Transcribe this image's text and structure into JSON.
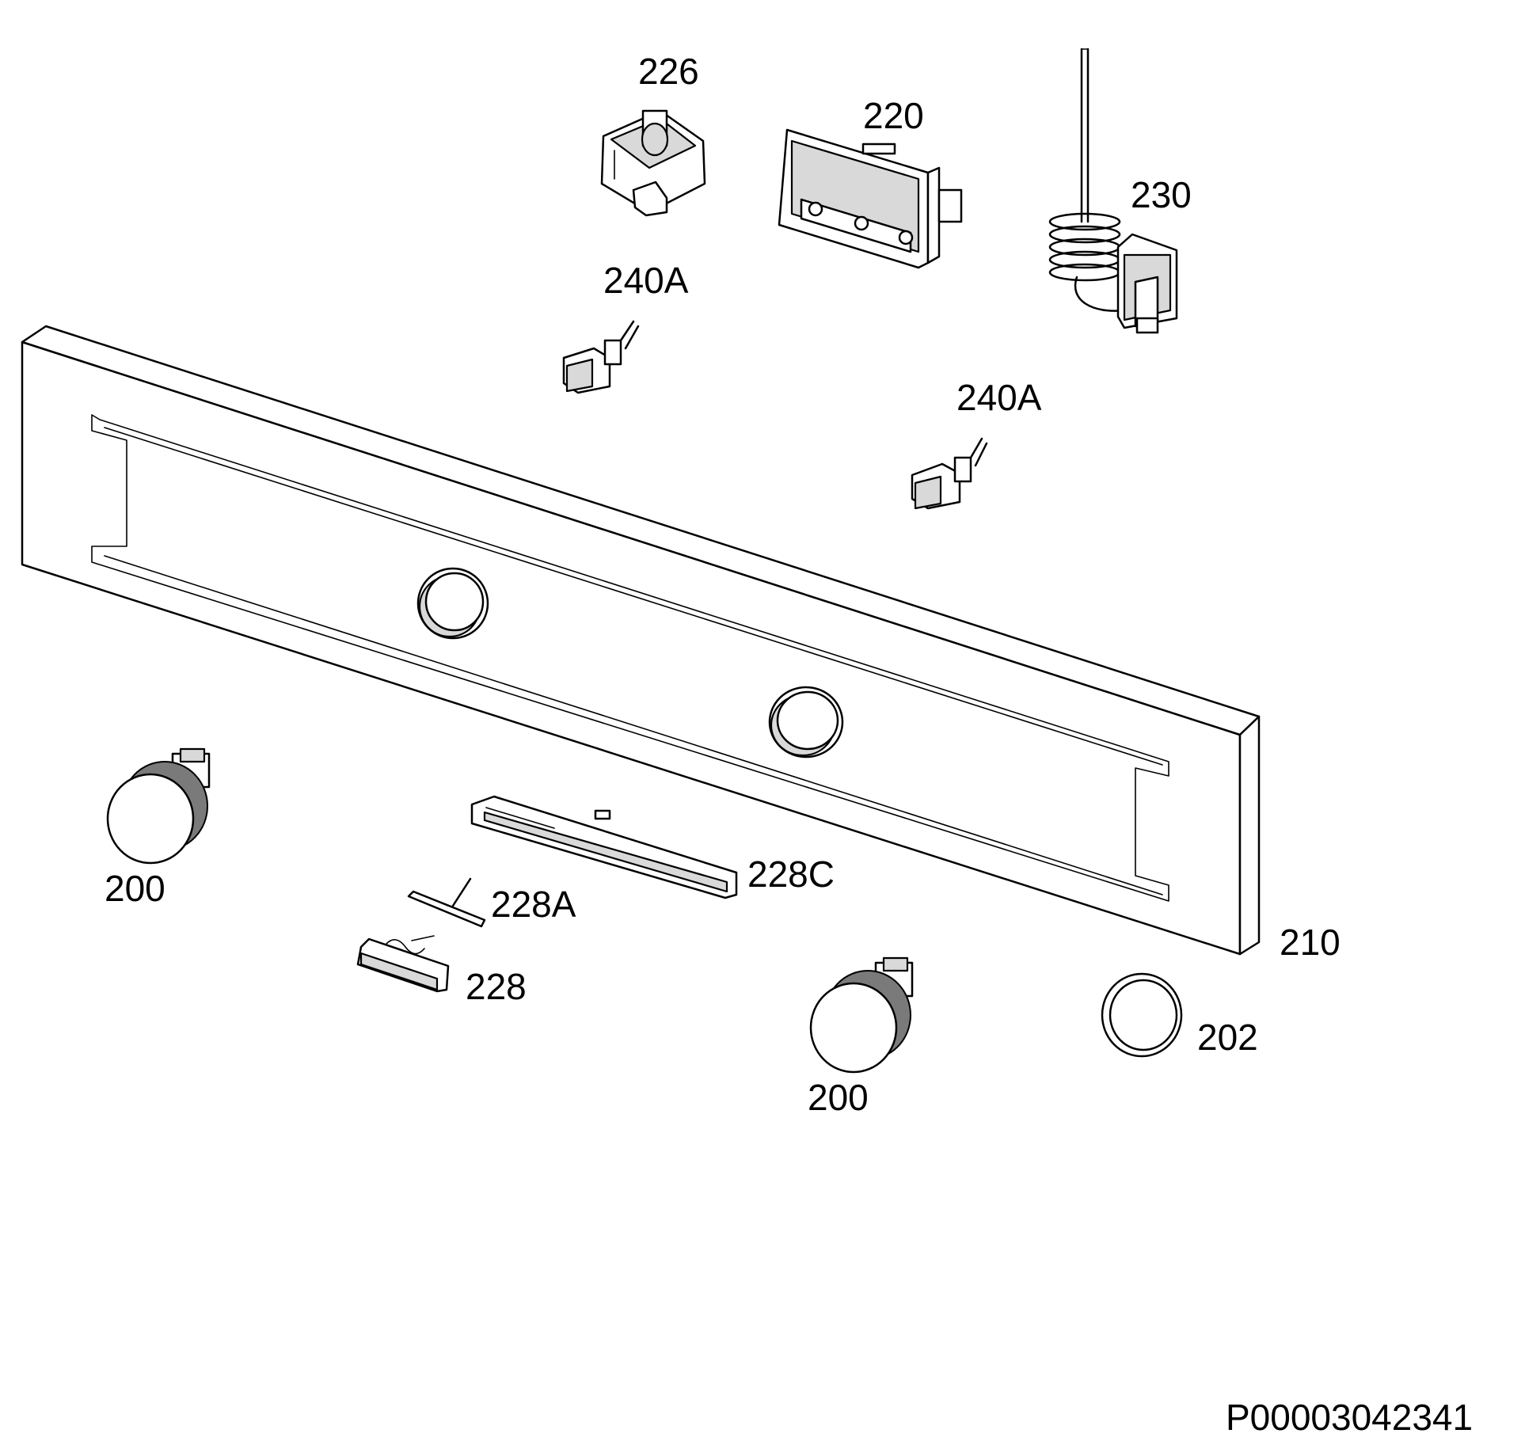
{
  "labels": {
    "l200a": "200",
    "l200b": "200",
    "l202": "202",
    "l210": "210",
    "l220": "220",
    "l226": "226",
    "l228": "228",
    "l228a": "228A",
    "l228c": "228C",
    "l230": "230",
    "l240a_1": "240A",
    "l240a_2": "240A"
  },
  "document_id": "P00003042341"
}
